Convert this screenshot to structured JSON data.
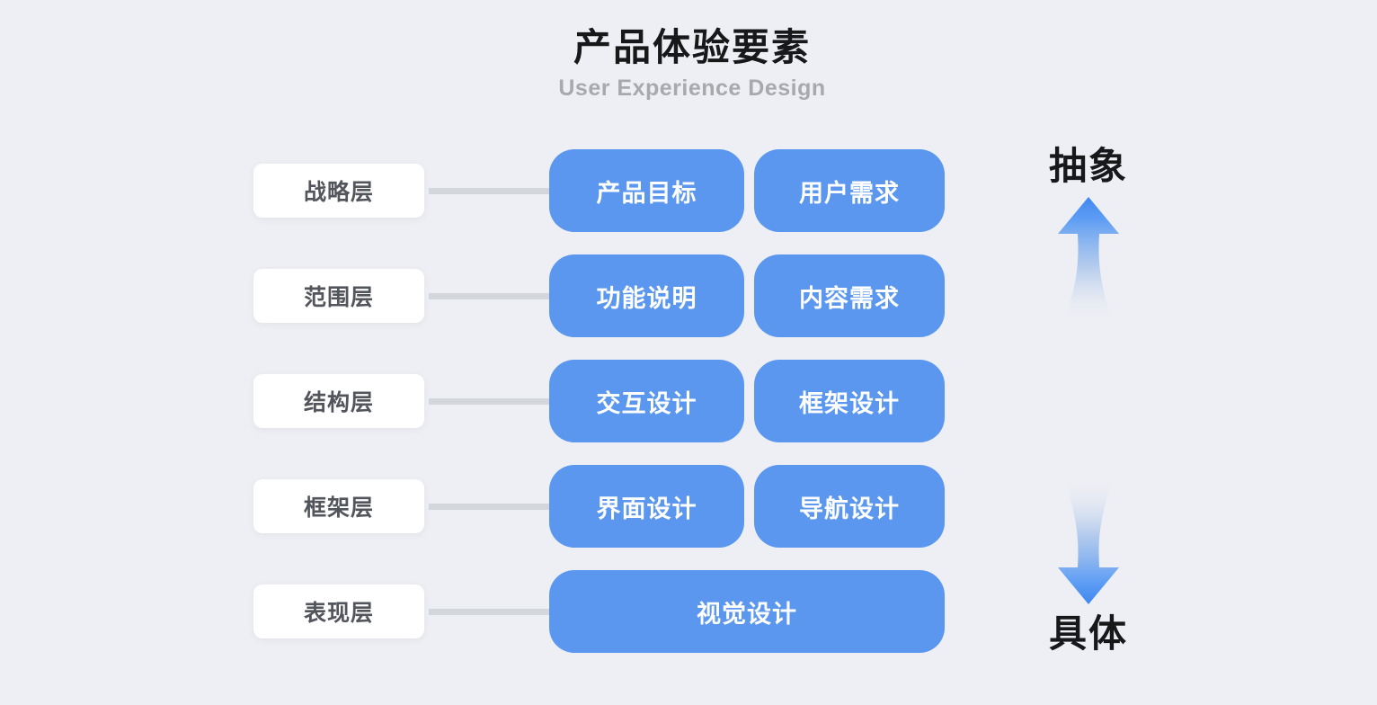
{
  "header": {
    "title": "产品体验要素",
    "subtitle": "User Experience Design"
  },
  "layers": [
    {
      "label": "战略层",
      "items": [
        "产品目标",
        "用户需求"
      ]
    },
    {
      "label": "范围层",
      "items": [
        "功能说明",
        "内容需求"
      ]
    },
    {
      "label": "结构层",
      "items": [
        "交互设计",
        "框架设计"
      ]
    },
    {
      "label": "框架层",
      "items": [
        "界面设计",
        "导航设计"
      ]
    },
    {
      "label": "表现层",
      "items": [
        "视觉设计"
      ]
    }
  ],
  "axis": {
    "top_label": "抽象",
    "bottom_label": "具体"
  },
  "colors": {
    "background": "#EEEFF4",
    "chip_blue": "#5B97EF",
    "chip_text": "#FFFFFF",
    "layer_box_bg": "#FFFFFF",
    "layer_text": "#53555C",
    "connector": "#D3D6DB",
    "title": "#17181A",
    "subtitle": "#A7A9AD",
    "arrow_blue": "#4E93F3"
  }
}
